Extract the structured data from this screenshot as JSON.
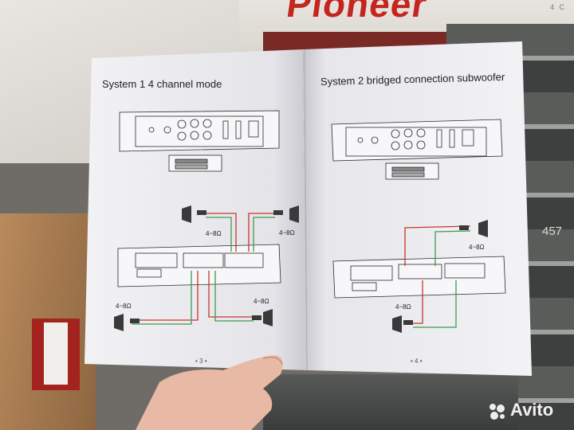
{
  "background": {
    "brand": "Pioneer",
    "brand_sub": "4 C",
    "amp_label": "457"
  },
  "booklet": {
    "left_page": {
      "title": "System 1 4 channel mode",
      "ohm_labels": [
        "4~8Ω",
        "4~8Ω",
        "4~8Ω",
        "4~8Ω"
      ],
      "page_number": "• 3 •"
    },
    "right_page": {
      "title": "System 2 bridged connection subwoofer",
      "ohm_labels": [
        "4~8Ω",
        "4~8Ω"
      ],
      "page_number": "• 4 •"
    }
  },
  "watermark": {
    "text": "Avito"
  },
  "colors": {
    "paper": "#f4f4f7",
    "wire_red": "#c8352d",
    "wire_green": "#3f9a4c",
    "ink": "#2a2a2a",
    "brand_red": "#c4251e"
  }
}
